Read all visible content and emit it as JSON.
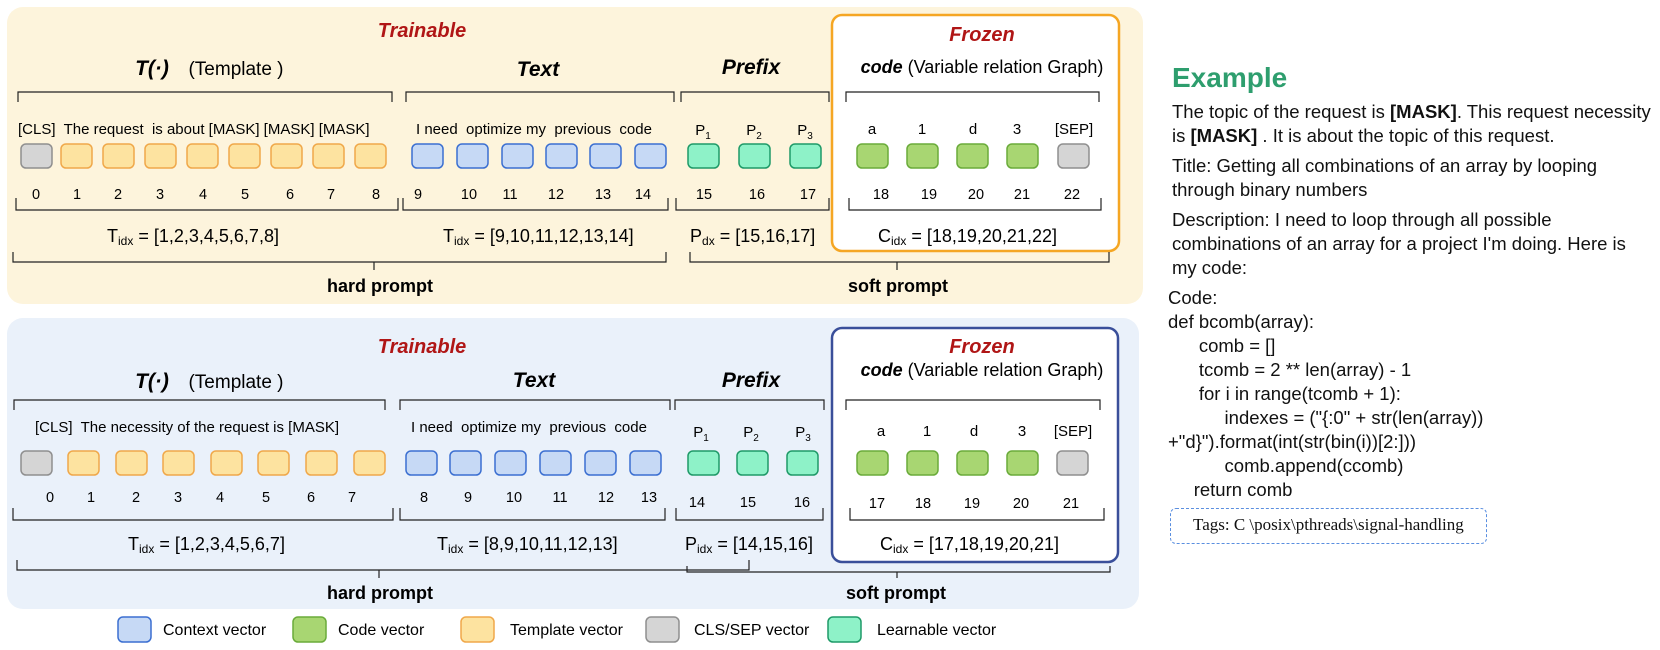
{
  "panels": [
    {
      "trainable": "Trainable",
      "frozen": "Frozen",
      "template_title_fn": "T(·)",
      "template_title_paren": "(Template )",
      "text_title": "Text",
      "prefix_title": "Prefix",
      "code_title_em": "code",
      "code_title_rest": "(Variable relation Graph)",
      "template_words": "[CLS]  The request  is about [MASK] [MASK] [MASK]",
      "text_words": "I need  optimize my  previous  code",
      "prefix_labels": [
        "P",
        "P",
        "P"
      ],
      "prefix_subs": [
        "1",
        "2",
        "3"
      ],
      "code_labels": [
        "a",
        "1",
        "d",
        "3",
        "[SEP]"
      ],
      "indices": [
        "0",
        "1",
        "2",
        "3",
        "4",
        "5",
        "6",
        "7",
        "8",
        "9",
        "10",
        "11",
        "12",
        "13",
        "14",
        "15",
        "16",
        "17",
        "18",
        "19",
        "20",
        "21",
        "22"
      ],
      "tidx_label": "T",
      "tidx_sub": "idx",
      "tidx_value": " = [1,2,3,4,5,6,7,8]",
      "text_idx_label": "T",
      "text_idx_sub": "idx",
      "text_idx_value": " = [9,10,11,12,13,14]",
      "pidx_label": "P",
      "pidx_sub": "dx",
      "pidx_value": " = [15,16,17]",
      "cidx_label": "C",
      "cidx_sub": "idx",
      "cidx_value": " = [18,19,20,21,22]",
      "hard_prompt": "hard prompt",
      "soft_prompt": "soft prompt"
    },
    {
      "trainable": "Trainable",
      "frozen": "Frozen",
      "template_title_fn": "T(·)",
      "template_title_paren": "(Template )",
      "text_title": "Text",
      "prefix_title": "Prefix",
      "code_title_em": "code",
      "code_title_rest": "(Variable relation Graph)",
      "template_words": "[CLS]  The necessity of the request is [MASK]",
      "text_words": "I need  optimize my  previous  code",
      "prefix_labels": [
        "P",
        "P",
        "P"
      ],
      "prefix_subs": [
        "1",
        "2",
        "3"
      ],
      "code_labels": [
        "a",
        "1",
        "d",
        "3",
        "[SEP]"
      ],
      "indices": [
        "0",
        "1",
        "2",
        "3",
        "4",
        "5",
        "6",
        "7",
        "8",
        "9",
        "10",
        "11",
        "12",
        "13",
        "14",
        "15",
        "16",
        "17",
        "18",
        "19",
        "20",
        "21"
      ],
      "tidx_label": "T",
      "tidx_sub": "idx",
      "tidx_value": " = [1,2,3,4,5,6,7]",
      "text_idx_label": "T",
      "text_idx_sub": "idx",
      "text_idx_value": " = [8,9,10,11,12,13]",
      "pidx_label": "P",
      "pidx_sub": "idx",
      "pidx_value": " = [14,15,16]",
      "cidx_label": "C",
      "cidx_sub": "idx",
      "cidx_value": " = [17,18,19,20,21]",
      "hard_prompt": "hard prompt",
      "soft_prompt": "soft prompt"
    }
  ],
  "legend": [
    {
      "label": "Context vector",
      "fill": "#c6d9f5",
      "stroke": "#3b6fd1"
    },
    {
      "label": "Code vector",
      "fill": "#a8d672",
      "stroke": "#6aab3a"
    },
    {
      "label": "Template vector",
      "fill": "#fde3a0",
      "stroke": "#f0a84a"
    },
    {
      "label": "CLS/SEP vector",
      "fill": "#d5d5d5",
      "stroke": "#8f8f8f"
    },
    {
      "label": "Learnable vector",
      "fill": "#8ef2c8",
      "stroke": "#1f9a68"
    }
  ],
  "colors": {
    "panel1_bg": "#fdf4dc",
    "panel2_bg": "#eaf1fa",
    "frozen1_border": "#f5a623",
    "frozen2_border": "#3a4f9a",
    "title_red": "#b01616",
    "example_green": "#2e9e6e"
  },
  "example": {
    "heading": "Example",
    "para1_a": "The topic of the request is ",
    "para1_b": "[MASK]",
    "para1_c": ". This request necessity is ",
    "para1_d": "[MASK]",
    "para1_e": "  . It is about the topic of this request.",
    "title_line": "Title: Getting all combinations of an array by looping through binary numbers",
    "description": "Description: I need to loop through all possible combinations of an array for a project I'm doing. Here is my code:",
    "code_lines": [
      "Code:",
      "def bcomb(array):",
      "      comb = []",
      "      tcomb = 2 ** len(array) - 1",
      "      for i in range(tcomb + 1):",
      "           indexes = (\"{:0\" + str(len(array))",
      "+\"d}\").format(int(str(bin(i))[2:]))",
      "           comb.append(ccomb)",
      "     return comb"
    ],
    "tags": "Tags:  C \\posix\\pthreads\\signal-handling"
  }
}
